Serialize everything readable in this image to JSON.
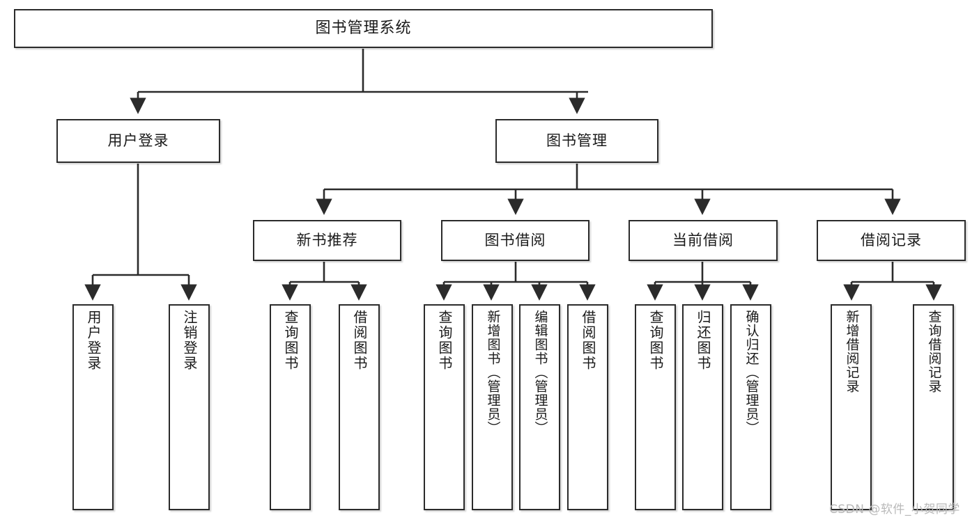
{
  "diagram": {
    "title": "图书管理系统",
    "type": "tree-hierarchy",
    "watermark": "CSDN @软件_小贺同学",
    "colors": {
      "box_border": "#2b2b2b",
      "box_fill": "#ffffff",
      "edge": "#2b2b2b",
      "text": "#1a1a1a",
      "watermark": "#b9b9b9"
    },
    "levels": {
      "root": {
        "label": "图书管理系统"
      },
      "level2": [
        {
          "label": "用户登录"
        },
        {
          "label": "图书管理"
        }
      ],
      "level3": [
        {
          "label": "新书推荐"
        },
        {
          "label": "图书借阅"
        },
        {
          "label": "当前借阅"
        },
        {
          "label": "借阅记录"
        }
      ],
      "leaves": {
        "user_login": [
          {
            "label": "用户登录"
          },
          {
            "label": "注销登录"
          }
        ],
        "new_book_recommend": [
          {
            "label": "查询图书"
          },
          {
            "label": "借阅图书"
          }
        ],
        "book_borrow": [
          {
            "label": "查询图书"
          },
          {
            "label": "新增图书（管理员）"
          },
          {
            "label": "编辑图书（管理员）"
          },
          {
            "label": "借阅图书"
          }
        ],
        "current_borrow": [
          {
            "label": "查询图书"
          },
          {
            "label": "归还图书"
          },
          {
            "label": "确认归还（管理员）"
          }
        ],
        "borrow_record": [
          {
            "label": "新增借阅记录"
          },
          {
            "label": "查询借阅记录"
          }
        ]
      }
    }
  }
}
